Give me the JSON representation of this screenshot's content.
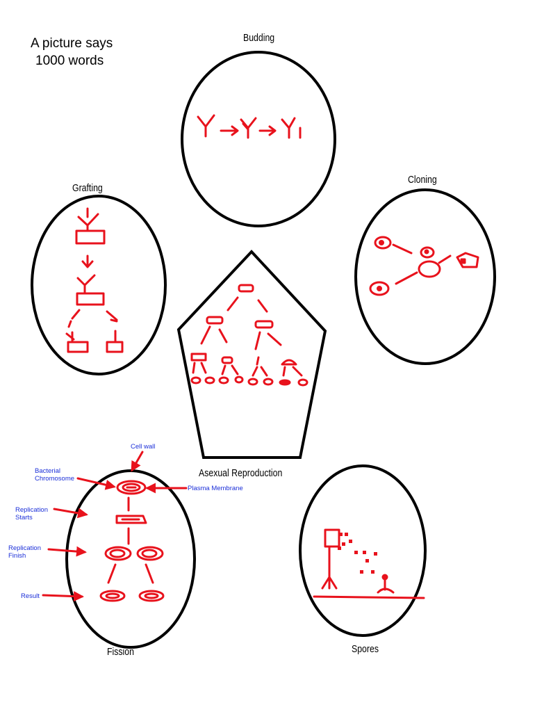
{
  "intro": {
    "line1": "A picture says",
    "line2": "1000 words"
  },
  "titles": {
    "budding": "Budding",
    "grafting": "Grafting",
    "cloning": "Cloning",
    "center": "Asexual Reproduction",
    "fission": "Fission",
    "spores": "Spores"
  },
  "fission_labels": {
    "cell_wall": "Cell wall",
    "bacterial_chromosome": [
      "Bacterial",
      "Chromosome"
    ],
    "plasma_membrane": "Plasma Membrane",
    "replication_starts": [
      "Replication",
      "Starts"
    ],
    "replication_finish": [
      "Replication",
      "Finish"
    ],
    "result": "Result"
  },
  "colors": {
    "ink": "#000000",
    "drawing": "#e8121c",
    "label": "#1a2ed8",
    "background": "#ffffff"
  }
}
